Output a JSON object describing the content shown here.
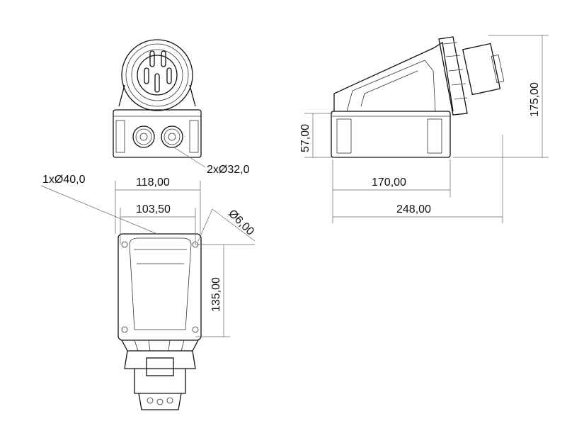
{
  "dimensions": {
    "cable_entry_large": "1xØ40,0",
    "cable_entry_small": "2xØ32,0",
    "width_outer": "118,00",
    "width_holes": "103,50",
    "hole_diameter": "Ø6,00",
    "height_holes": "135,00",
    "base_height": "57,00",
    "total_height": "175,00",
    "base_length": "170,00",
    "total_length": "248,00"
  },
  "colors": {
    "line": "#111111",
    "dimension": "#666666",
    "background": "#ffffff"
  }
}
